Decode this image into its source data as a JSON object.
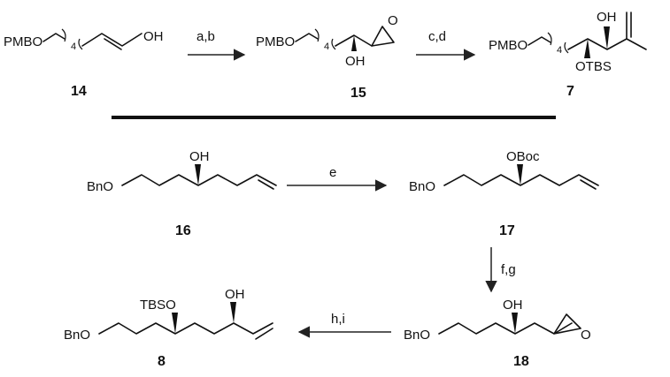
{
  "compounds": [
    {
      "id": "14",
      "groups": {
        "pmbo": "PMBO",
        "n": "4",
        "oh": "OH"
      }
    },
    {
      "id": "15",
      "groups": {
        "pmbo": "PMBO",
        "n": "4",
        "oh": "OH",
        "o": "O"
      }
    },
    {
      "id": "7",
      "groups": {
        "pmbo": "PMBO",
        "n": "4",
        "oh": "OH",
        "otbs": "OTBS"
      }
    },
    {
      "id": "16",
      "groups": {
        "bno": "BnO",
        "oh": "OH"
      }
    },
    {
      "id": "17",
      "groups": {
        "bno": "BnO",
        "oboc": "OBoc"
      }
    },
    {
      "id": "18",
      "groups": {
        "bno": "BnO",
        "oh": "OH",
        "o": "O"
      }
    },
    {
      "id": "8",
      "groups": {
        "bno": "BnO",
        "tbso": "TBSO",
        "oh": "OH"
      }
    }
  ],
  "arrows": [
    {
      "label": "a,b"
    },
    {
      "label": "c,d"
    },
    {
      "label": "e"
    },
    {
      "label": "f,g"
    },
    {
      "label": "h,i"
    }
  ]
}
